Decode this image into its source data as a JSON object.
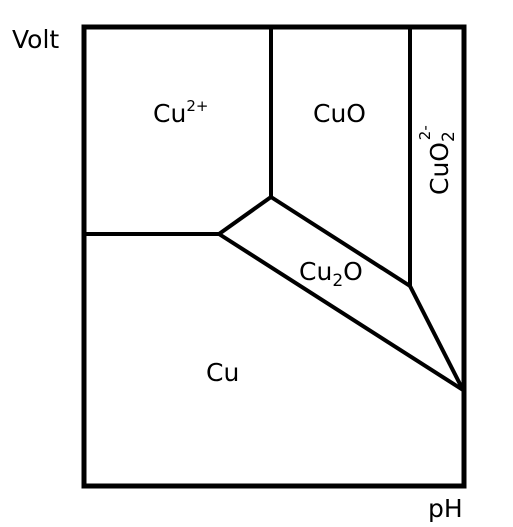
{
  "axes": {
    "y_label": "Volt",
    "x_label": "pH"
  },
  "regions": {
    "cu2plus": {
      "base": "Cu",
      "sup": "2+"
    },
    "cuo": {
      "text": "CuO"
    },
    "cuo2": {
      "base": "CuO",
      "sub": "2",
      "sup": "2-"
    },
    "cu2o": {
      "a": "Cu",
      "sub": "2",
      "b": "O"
    },
    "cu": {
      "text": "Cu"
    }
  },
  "colors": {
    "line": "#000000",
    "background": "#ffffff"
  }
}
